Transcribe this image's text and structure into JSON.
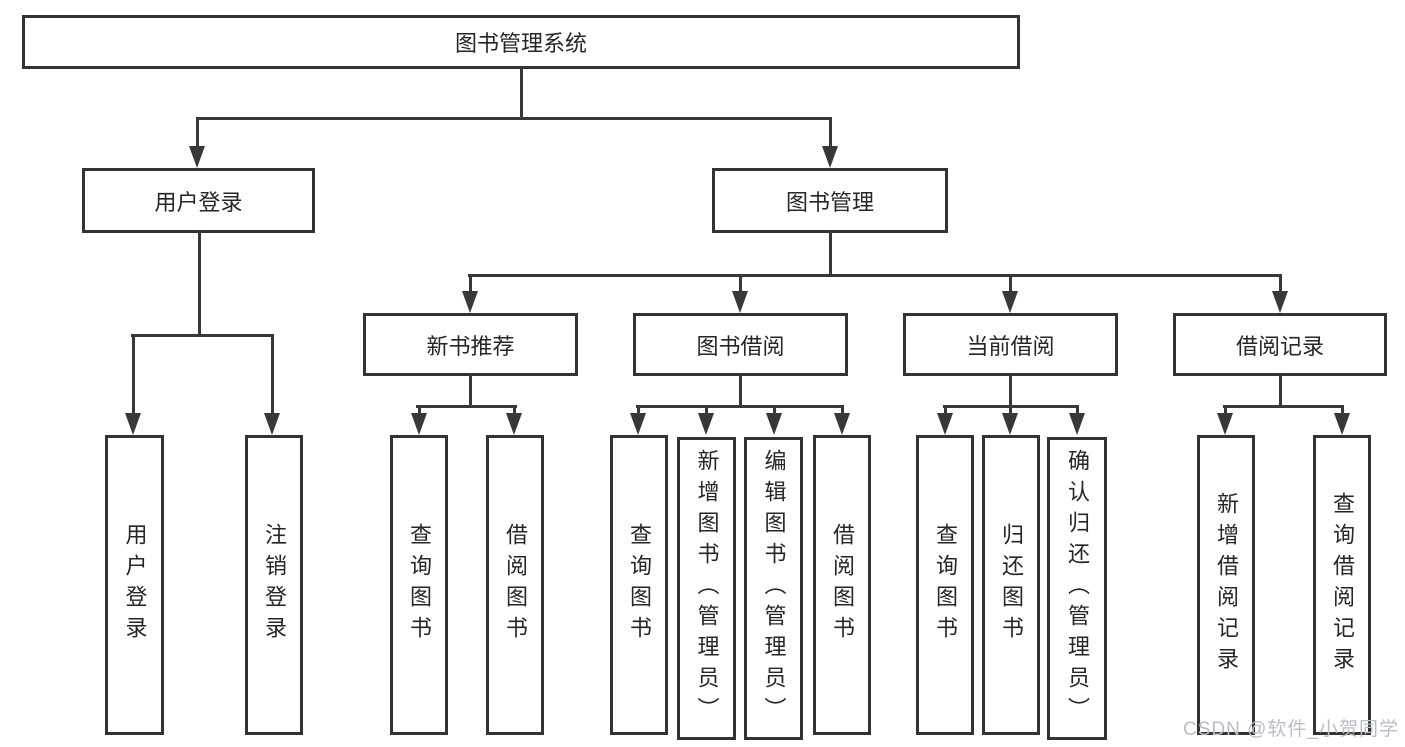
{
  "tree": {
    "label": "图书管理系统",
    "children": [
      {
        "label": "用户登录",
        "children": [
          {
            "label": "用户登录"
          },
          {
            "label": "注销登录"
          }
        ]
      },
      {
        "label": "图书管理",
        "children": [
          {
            "label": "新书推荐",
            "children": [
              {
                "label": "查询图书"
              },
              {
                "label": "借阅图书"
              }
            ]
          },
          {
            "label": "图书借阅",
            "children": [
              {
                "label": "查询图书"
              },
              {
                "label": "新增图书（管理员）"
              },
              {
                "label": "编辑图书（管理员）"
              },
              {
                "label": "借阅图书"
              }
            ]
          },
          {
            "label": "当前借阅",
            "children": [
              {
                "label": "查询图书"
              },
              {
                "label": "归还图书"
              },
              {
                "label": "确认归还（管理员）"
              }
            ]
          },
          {
            "label": "借阅记录",
            "children": [
              {
                "label": "新增借阅记录"
              },
              {
                "label": "查询借阅记录"
              }
            ]
          }
        ]
      }
    ]
  },
  "watermark": {
    "text": "CSDN @软件_小贺同学"
  },
  "colors": {
    "line": "#383838",
    "box_border": "#333333",
    "text": "#262626",
    "watermark": "#b9bdc4",
    "background": "#ffffff"
  }
}
